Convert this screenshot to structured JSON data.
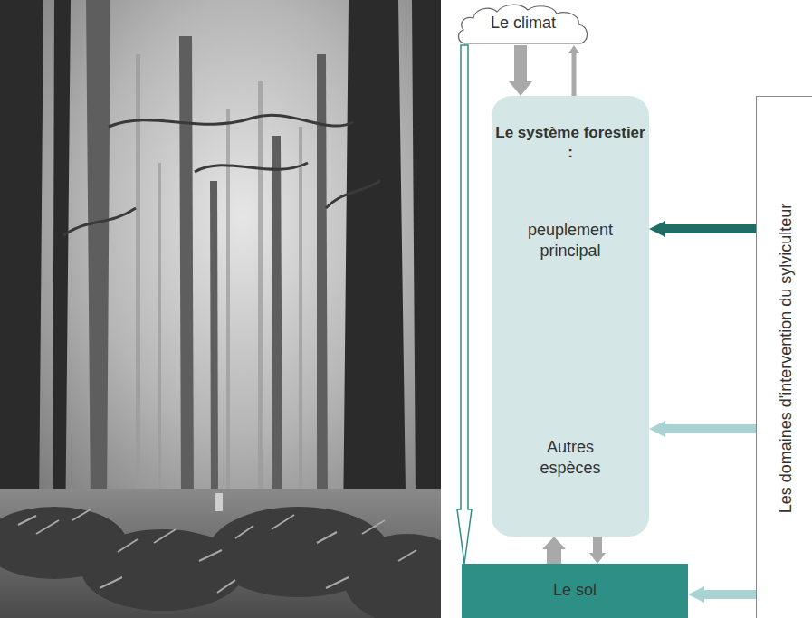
{
  "diagram": {
    "nodes": [
      {
        "text": [
          "Le climat"
        ]
      },
      {
        "text": [
          "Le système forestier :"
        ]
      },
      {
        "text": [
          "peuplement principal"
        ],
        "in": 1
      },
      {
        "text": [
          "Autres espèces"
        ],
        "in": 1
      },
      {
        "text": [
          "Le sol"
        ]
      },
      {
        "text": [
          "Les domaines d'intervention du sylviculteur"
        ]
      }
    ],
    "edges": [
      {
        "from": 0,
        "to": 1,
        "arrow": "to"
      },
      {
        "from": 1,
        "to": 0,
        "arrow": "to"
      },
      {
        "from": 2,
        "to": 3,
        "arrow": "to"
      },
      {
        "from": 3,
        "to": 2,
        "arrow": "to"
      },
      {
        "from": 4,
        "to": 1,
        "arrow": "to"
      },
      {
        "from": 1,
        "to": 4,
        "arrow": "to"
      },
      {
        "from": 0,
        "to": 4,
        "arrow": "to"
      },
      {
        "from": 5,
        "to": 2,
        "arrow": "to"
      },
      {
        "from": 5,
        "to": 3,
        "arrow": "to"
      },
      {
        "from": 5,
        "to": 4,
        "arrow": "to"
      }
    ]
  }
}
